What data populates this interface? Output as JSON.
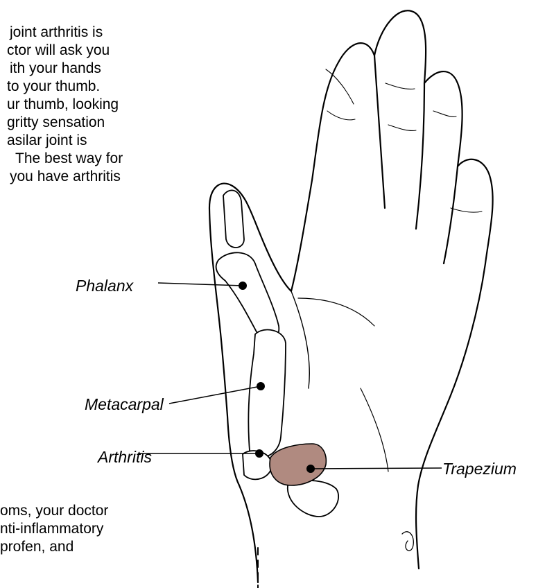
{
  "paragraph_top": [
    "joint arthritis is",
    "ctor will ask you",
    "ith your hands",
    "to your thumb.",
    "ur thumb, looking",
    "gritty sensation",
    "asilar joint is",
    "The best way for",
    "you have arthritis"
  ],
  "paragraph_bottom": [
    "oms, your doctor",
    "nti-inflammatory",
    "profen, and"
  ],
  "labels": {
    "phalanx": "Phalanx",
    "metacarpal": "Metacarpal",
    "arthritis": "Arthritis",
    "trapezium": "Trapezium"
  },
  "colors": {
    "ink": "#000000",
    "arthritis_fill": "#b08a80"
  }
}
